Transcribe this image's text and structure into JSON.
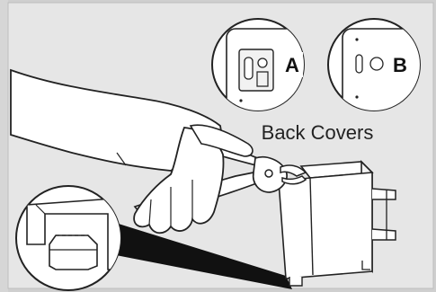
{
  "diagram": {
    "caption": "Back Covers",
    "callouts": [
      {
        "letter": "A"
      },
      {
        "letter": "B"
      }
    ]
  },
  "colors": {
    "background_panel": "#e6e6e6",
    "outer_frame": "#cfcfcf",
    "line": "#222222",
    "fill_white": "#ffffff",
    "shadow_wedge": "#111111"
  }
}
